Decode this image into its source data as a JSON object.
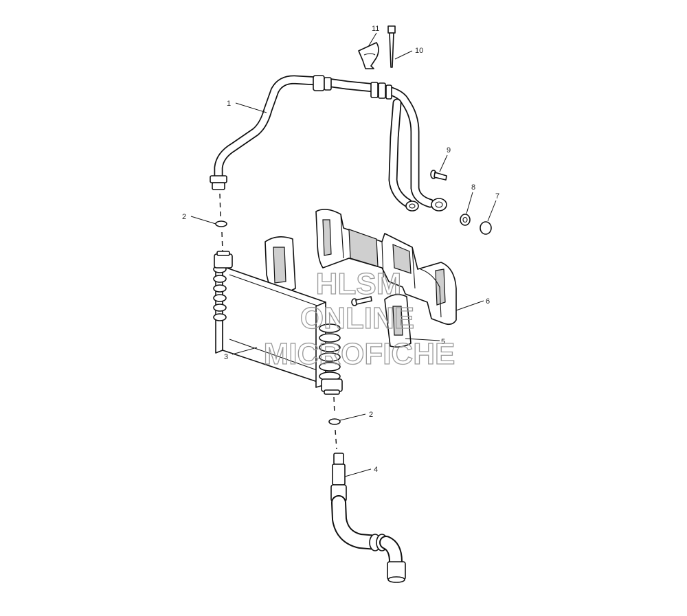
{
  "diagram": {
    "callouts": [
      {
        "id": "c1",
        "text": "1"
      },
      {
        "id": "c2a",
        "text": "2"
      },
      {
        "id": "c2b",
        "text": "2"
      },
      {
        "id": "c3",
        "text": "3"
      },
      {
        "id": "c4",
        "text": "4"
      },
      {
        "id": "c5",
        "text": "5"
      },
      {
        "id": "c6",
        "text": "6"
      },
      {
        "id": "c7",
        "text": "7"
      },
      {
        "id": "c8",
        "text": "8"
      },
      {
        "id": "c9",
        "text": "9"
      },
      {
        "id": "c10",
        "text": "10"
      },
      {
        "id": "c11",
        "text": "11"
      }
    ]
  },
  "watermark": {
    "line1": "HLSM",
    "line2": "ONLINE",
    "line3": "MICROFICHE"
  }
}
